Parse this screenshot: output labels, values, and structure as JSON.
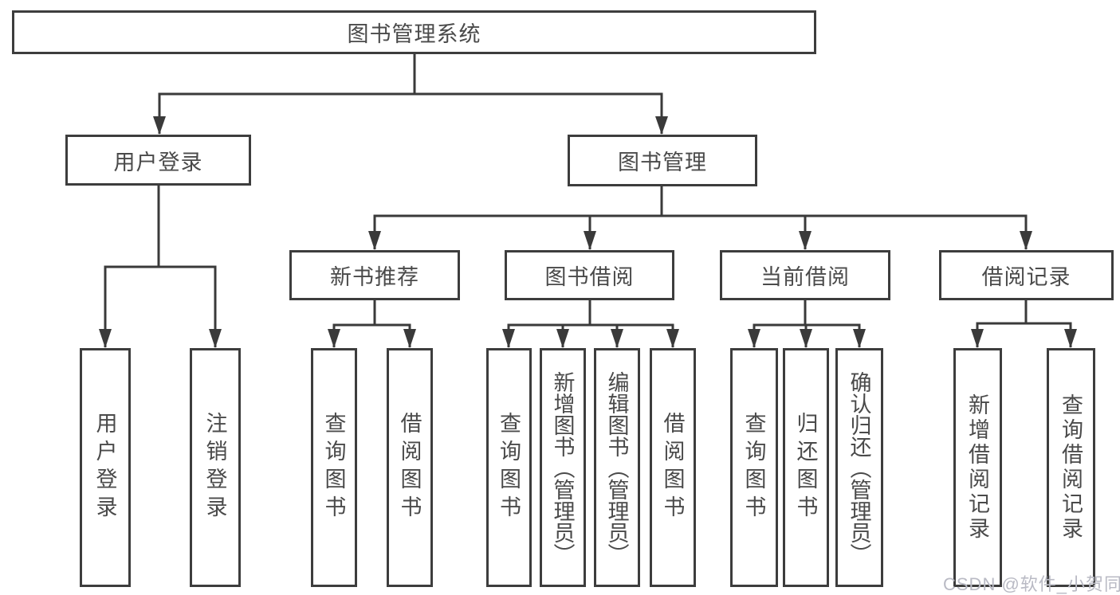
{
  "tree": {
    "root": "图书管理系统",
    "branches": [
      {
        "label": "用户登录",
        "leaves": [
          "用户登录",
          "注销登录"
        ]
      },
      {
        "label": "图书管理",
        "children": [
          {
            "label": "新书推荐",
            "leaves": [
              "查询图书",
              "借阅图书"
            ]
          },
          {
            "label": "图书借阅",
            "leaves": [
              "查询图书",
              "新增图书（管理员）",
              "编辑图书（管理员）",
              "借阅图书"
            ]
          },
          {
            "label": "当前借阅",
            "leaves": [
              "查询图书",
              "归还图书",
              "确认归还（管理员）"
            ]
          },
          {
            "label": "借阅记录",
            "leaves": [
              "新增借阅记录",
              "查询借阅记录"
            ]
          }
        ]
      }
    ]
  },
  "watermark": {
    "text": "CSDN @软件_小贺同学"
  },
  "colors": {
    "line": "#3a3a3a",
    "box_border": "#3d3d3d",
    "box_fill": "#ffffff",
    "text": "#4a4a4a",
    "watermark": "#b9bac4",
    "background": "#ffffff"
  }
}
